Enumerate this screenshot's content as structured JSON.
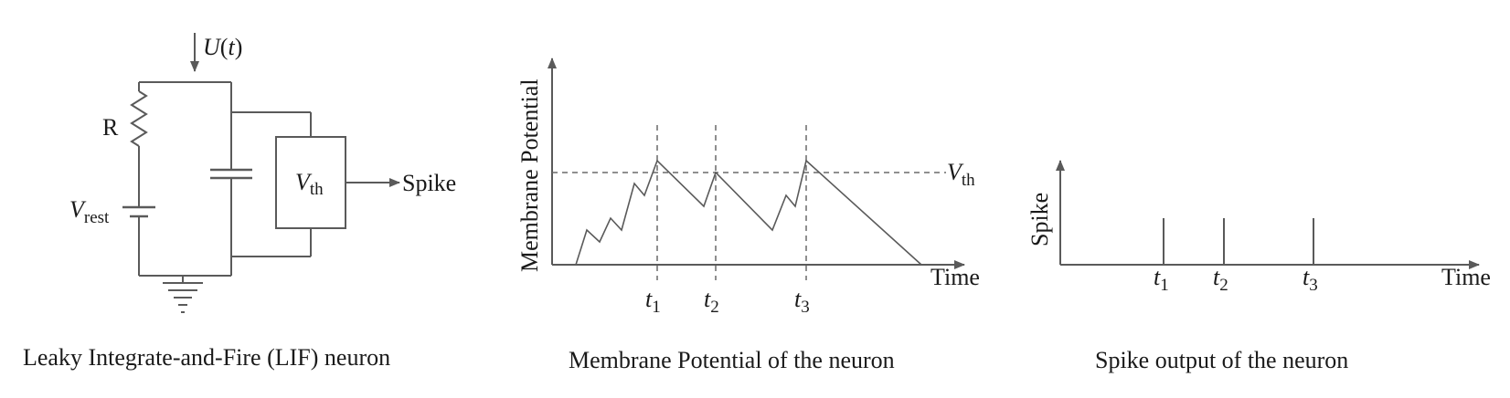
{
  "panels": {
    "circuit": {
      "caption": "Leaky Integrate-and-Fire (LIF) neuron",
      "input_label_main": "U",
      "input_label_open": "(",
      "input_label_var": "t",
      "input_label_close": ")",
      "resistor_label": "R",
      "vrest_main": "V",
      "vrest_sub": "rest",
      "vth_main": "V",
      "vth_sub": "th",
      "output_label": "Spike"
    },
    "membrane": {
      "caption": "Membrane Potential of the neuron",
      "ylabel": "Membrane Potential",
      "xlabel": "Time",
      "threshold_main": "V",
      "threshold_sub": "th",
      "ticks": [
        {
          "main": "t",
          "sub": "1"
        },
        {
          "main": "t",
          "sub": "2"
        },
        {
          "main": "t",
          "sub": "3"
        }
      ]
    },
    "spike": {
      "caption": "Spike output of the neuron",
      "ylabel": "Spike",
      "xlabel": "Time",
      "ticks": [
        {
          "main": "t",
          "sub": "1"
        },
        {
          "main": "t",
          "sub": "2"
        },
        {
          "main": "t",
          "sub": "3"
        }
      ]
    }
  },
  "colors": {
    "line": "#5a5a5a",
    "text": "#1a1a1a",
    "background": "#ffffff"
  }
}
